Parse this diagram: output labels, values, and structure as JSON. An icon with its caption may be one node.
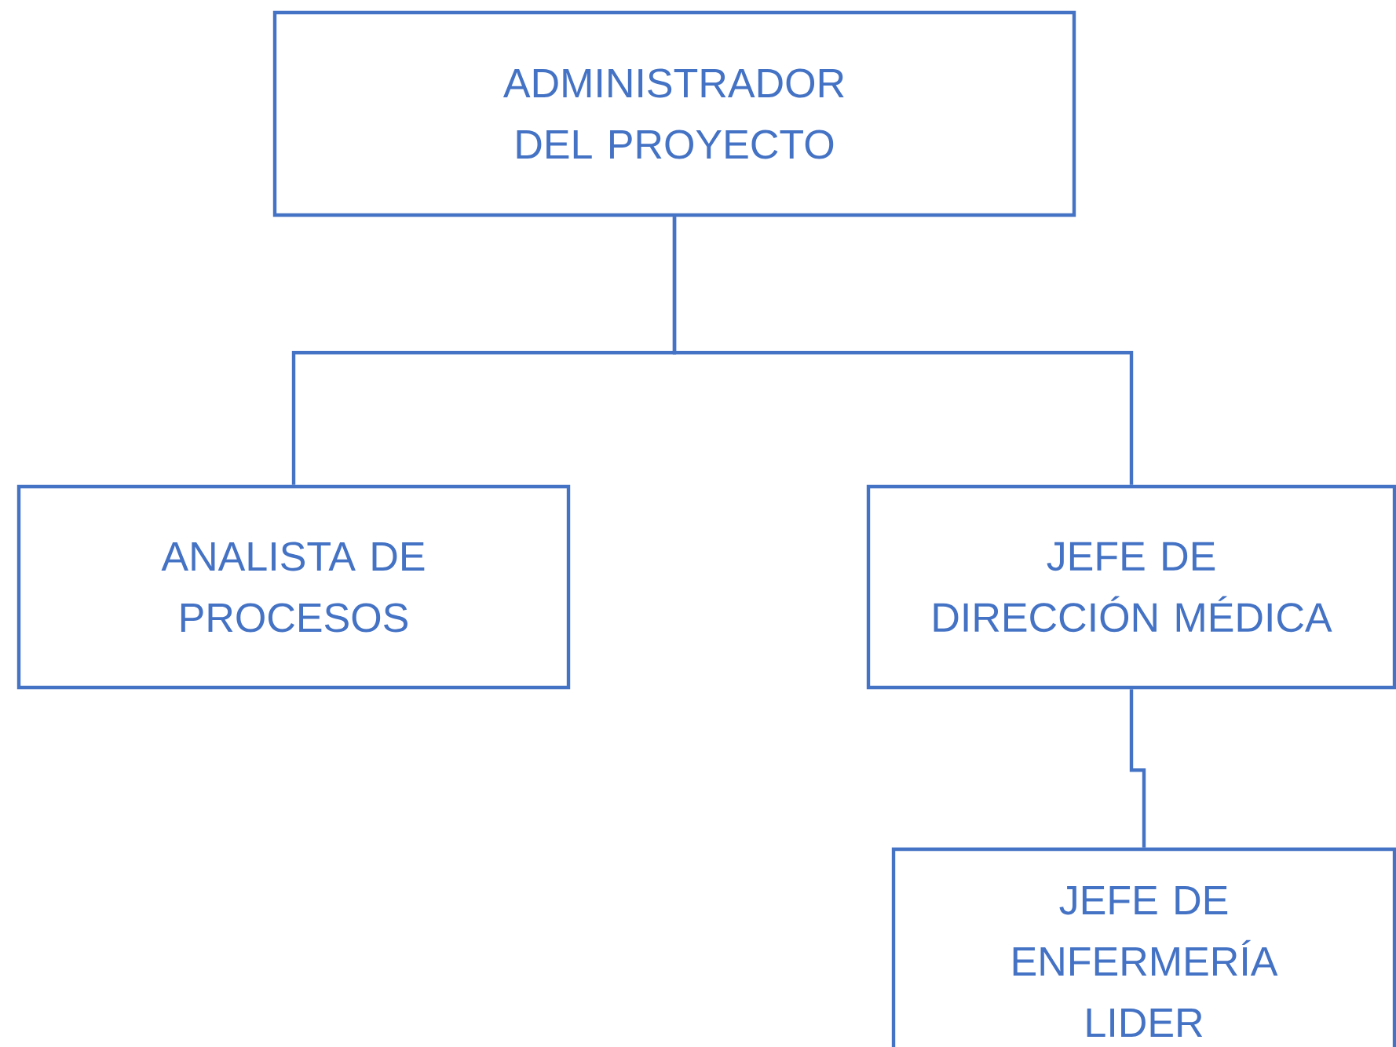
{
  "diagram": {
    "nodes": [
      {
        "text": [
          "ADMINISTRADOR DEL PROYECTO"
        ]
      },
      {
        "text": [
          "ANALISTA DE PROCESOS"
        ]
      },
      {
        "text": [
          "JEFE DE DIRECCIÓN MÉDICA"
        ]
      },
      {
        "text": [
          "JEFE DE ENFERMERÍA LIDER"
        ]
      }
    ],
    "edges": [
      {
        "from": 0,
        "to": 1,
        "arrow": "none"
      },
      {
        "from": 0,
        "to": 2,
        "arrow": "none"
      },
      {
        "from": 2,
        "to": 3,
        "arrow": "none"
      }
    ]
  }
}
